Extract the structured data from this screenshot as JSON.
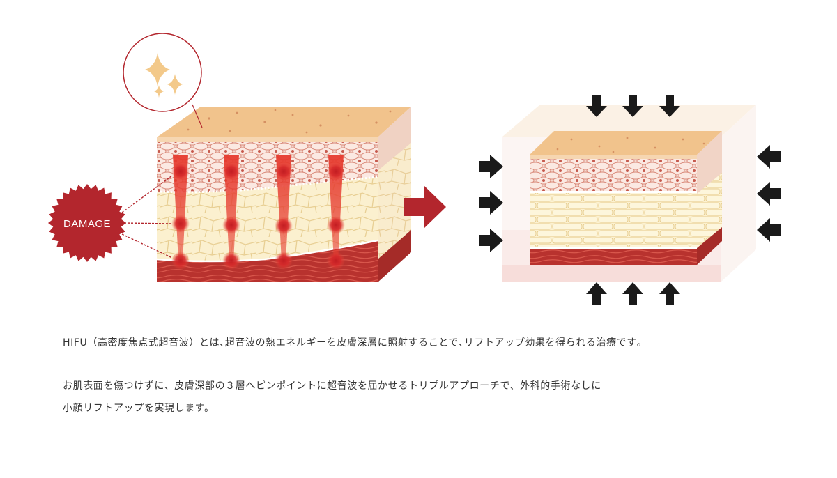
{
  "figure": {
    "damage_badge": {
      "label": "DAMAGE",
      "color": "#b3262d"
    },
    "colors": {
      "epidermis": "#f1c38c",
      "dermis": "#f3d2c9",
      "fat": "#fbf0cf",
      "muscle": "#b8322e",
      "beam": "#e63a2e",
      "arrow_red": "#b3262d",
      "arrow_dark": "#1a1a1a",
      "sparkle": "#f3c98a"
    },
    "icons": {
      "sparkle": "sparkle-icon",
      "transition_arrow": "arrow-right-icon",
      "compression_arrows": "arrow-icon"
    }
  },
  "caption": {
    "line1": "HIFU（高密度焦点式超音波）とは､超音波の熱エネルギーを皮膚深層に照射することで､リフトアップ効果を得られる治療です｡",
    "line2": "お肌表面を傷つけずに、皮膚深部の３層へピンポイントに超音波を届かせるトリプルアプローチで、外科的手術なしに",
    "line3": "小顔リフトアップを実現します。"
  }
}
